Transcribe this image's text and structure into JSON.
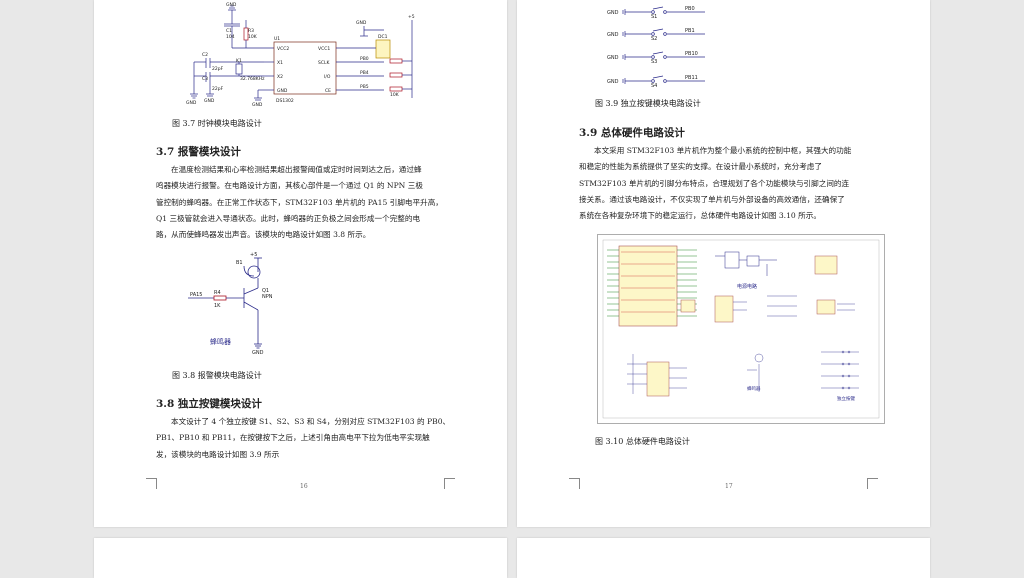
{
  "left_page": {
    "fig37_caption": "图 3.7  时钟模块电路设计",
    "clock_labels": {
      "gnd_top": "GND",
      "c1": "C1",
      "c1_val": "104",
      "r3": "R3",
      "r3_val": "10K",
      "u1": "U1",
      "vcc2": "VCC2",
      "vcc1": "VCC1",
      "x1": "X1",
      "sclk": "SCLK",
      "x2": "X2",
      "io": "I/O",
      "gnd_pin": "GND",
      "ce": "CE",
      "chip": "DS1302",
      "c2": "C2",
      "c2_val": "22pF",
      "c3": "C3",
      "c3_val": "22pF",
      "k1": "K1",
      "crystal": "32.768KHz",
      "gnd_a": "GND",
      "gnd_b": "GND",
      "gnd_c": "GND",
      "gnd_dc": "GND",
      "dc1": "DC1",
      "pb0": "PB0",
      "pb4": "PB4",
      "pb5": "PB5",
      "vcc_plus": "+5",
      "r": "10K"
    },
    "sec37_title": "3.7 报警模块设计",
    "sec37_lines": [
      "在温度检测结果和心率检测结果超出报警阈值或定时时间到达之后，通过蜂",
      "鸣器模块进行报警。在电路设计方面，其核心部件是一个通过 Q1 的 NPN 三极",
      "管控制的蜂鸣器。在正常工作状态下，STM32F103 单片机的 PA15 引脚电平升高，",
      "Q1 三极管就会进入导通状态。此时，蜂鸣器的正负极之间会形成一个完整的电",
      "路，从而使蜂鸣器发出声音。该模块的电路设计如图 3.8 所示。"
    ],
    "buzzer_labels": {
      "plus5": "+5",
      "b1": "B1",
      "pa15": "PA15",
      "r4": "R4",
      "r4_val": "1K",
      "q1": "Q1",
      "npn": "NPN",
      "name": "蜂鸣器",
      "gnd": "GND"
    },
    "fig38_caption": "图 3.8  报警模块电路设计",
    "sec38_title": "3.8 独立按键模块设计",
    "sec38_lines": [
      "本文设计了 4 个独立按键 S1、S2、S3 和 S4，分别对应 STM32F103 的 PB0、",
      "PB1、PB10 和 PB11，在按键按下之后，上述引角由高电平下拉为低电平实现触",
      "发，该模块的电路设计如图 3.9 所示"
    ],
    "page_number": "16"
  },
  "right_page": {
    "keys": [
      {
        "gnd": "GND",
        "name": "S1",
        "pin": "PB0"
      },
      {
        "gnd": "GND",
        "name": "S2",
        "pin": "PB1"
      },
      {
        "gnd": "GND",
        "name": "S3",
        "pin": "PB10"
      },
      {
        "gnd": "GND",
        "name": "S4",
        "pin": "PB11"
      }
    ],
    "fig39_caption": "图 3.9  独立按键模块电路设计",
    "sec39_title": "3.9 总体硬件电路设计",
    "sec39_lines": [
      "本文采用 STM32F103 单片机作为整个最小系统的控制中枢，其强大的功能",
      "和稳定的性能为系统提供了坚实的支撑。在设计最小系统时，充分考虑了",
      "STM32F103 单片机的引脚分布特点，合理规划了各个功能模块与引脚之间的连",
      "接关系。通过该电路设计，不仅实现了单片机与外部设备的高效通信，还确保了",
      "系统在各种复杂环境下的稳定运行，总体硬件电路设计如图 3.10 所示。"
    ],
    "overall_labels": {
      "power": "电源电路",
      "buzzer": "蜂鸣器",
      "keys": "独立按键"
    },
    "fig310_caption": "图 3.10  总体硬件电路设计",
    "page_number": "17"
  }
}
